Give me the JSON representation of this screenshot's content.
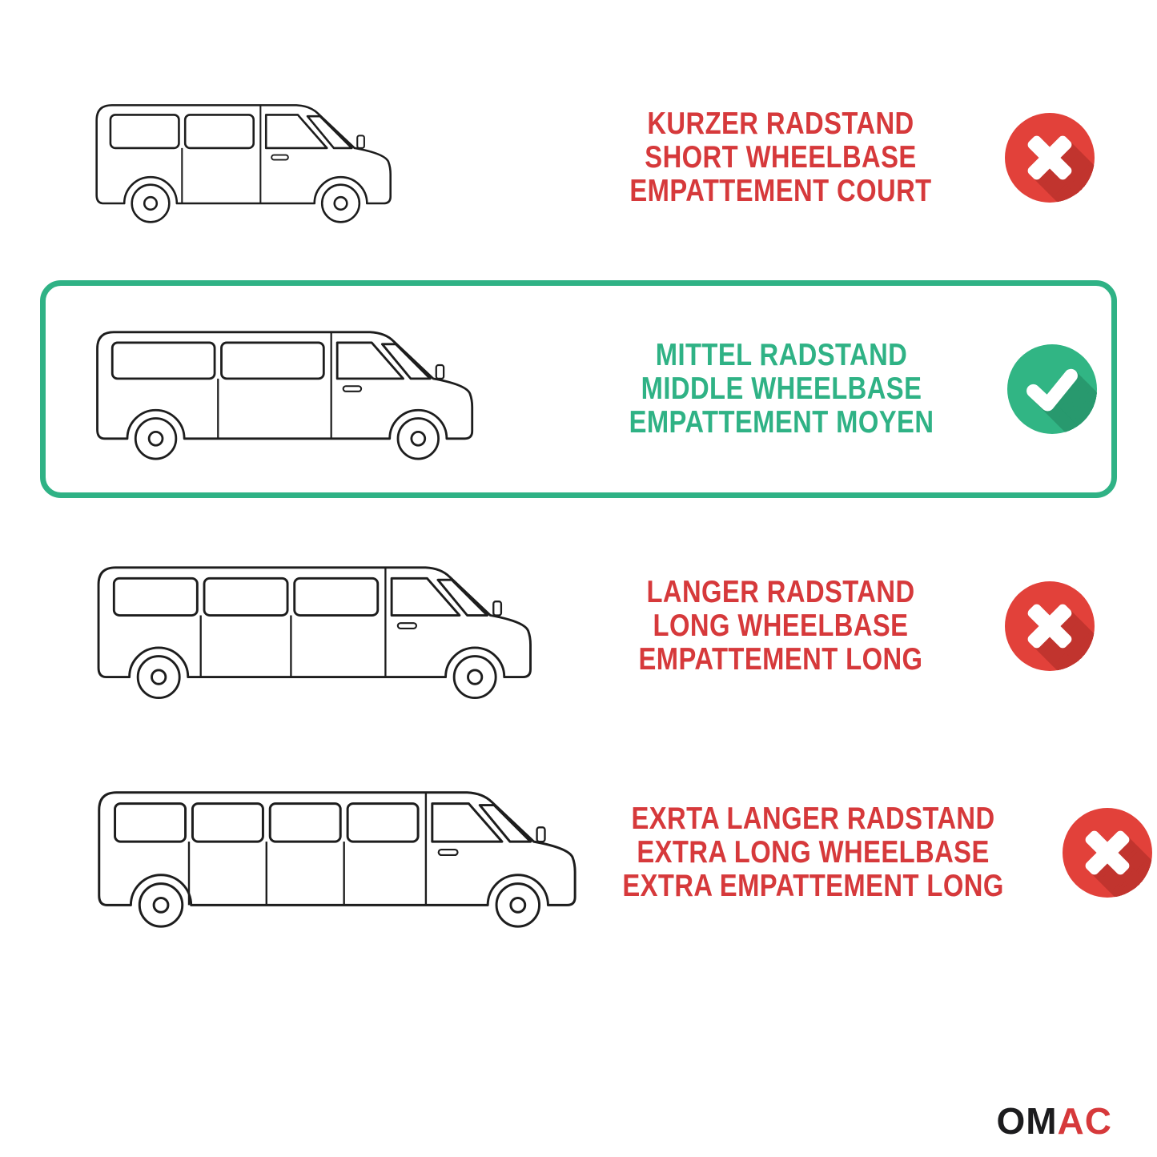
{
  "colors": {
    "red": "#D6393B",
    "green": "#2FB285",
    "circle_red": "#E2413A",
    "circle_red_shadow": "#C1342E",
    "circle_green": "#31B584",
    "circle_green_shadow": "#28996E",
    "outline": "#1d1d1d"
  },
  "rows": [
    {
      "id": "short-wheelbase",
      "van": "short",
      "selected": false,
      "status": "rejected",
      "lines": [
        "KURZER RADSTAND",
        "SHORT WHEELBASE",
        "EMPATTEMENT COURT"
      ]
    },
    {
      "id": "middle-wheelbase",
      "van": "middle",
      "selected": true,
      "status": "accepted",
      "lines": [
        "MITTEL RADSTAND",
        "MIDDLE WHEELBASE",
        "EMPATTEMENT MOYEN"
      ]
    },
    {
      "id": "long-wheelbase",
      "van": "long",
      "selected": false,
      "status": "rejected",
      "lines": [
        "LANGER RADSTAND",
        "LONG WHEELBASE",
        "EMPATTEMENT LONG"
      ]
    },
    {
      "id": "extra-long-wheelbase",
      "van": "xlong",
      "selected": false,
      "status": "rejected",
      "lines": [
        "EXRTA LANGER RADSTAND",
        "EXTRA LONG WHEELBASE",
        "EXTRA EMPATTEMENT LONG"
      ]
    }
  ],
  "logo": {
    "dark": "OM",
    "red": "AC"
  }
}
